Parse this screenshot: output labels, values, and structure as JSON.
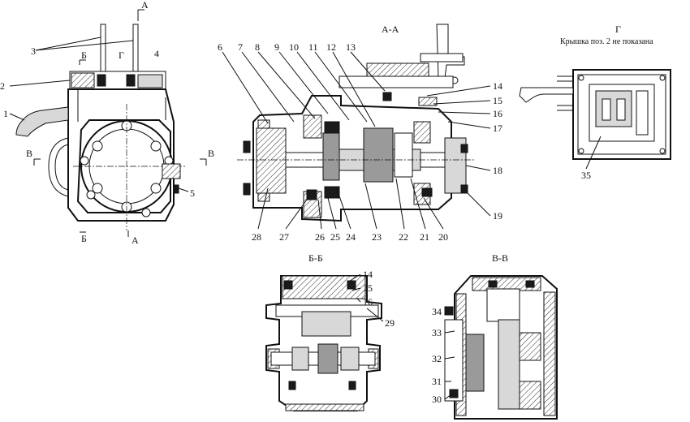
{
  "views": {
    "main": {
      "part_labels": [
        "1",
        "2",
        "3",
        "4",
        "5"
      ],
      "section_marks": {
        "a_top": "А",
        "a_bottom": "А",
        "b_left": "Б",
        "b_bottom": "Б",
        "v_left": "В",
        "v_right": "В",
        "g_mark": "Г"
      }
    },
    "section_aa": {
      "title": "А-А",
      "callouts_top": [
        "6",
        "7",
        "8",
        "9",
        "10",
        "11",
        "12",
        "13"
      ],
      "callouts_right": [
        "14",
        "15",
        "16",
        "17",
        "18",
        "19"
      ],
      "callouts_bottom": [
        "28",
        "27",
        "26",
        "25",
        "24",
        "23",
        "22",
        "21",
        "20"
      ]
    },
    "view_g": {
      "title": "Г",
      "note": "Крышка  поз. 2 не показана",
      "callout": "35"
    },
    "section_bb": {
      "title": "Б-Б",
      "callouts": [
        "14",
        "15",
        "16",
        "29"
      ]
    },
    "section_vv": {
      "title": "В-В",
      "callouts": [
        "34",
        "33",
        "32",
        "31",
        "30"
      ]
    }
  },
  "colors": {
    "line": "#111111",
    "hatch": "#111111",
    "background": "#ffffff"
  }
}
